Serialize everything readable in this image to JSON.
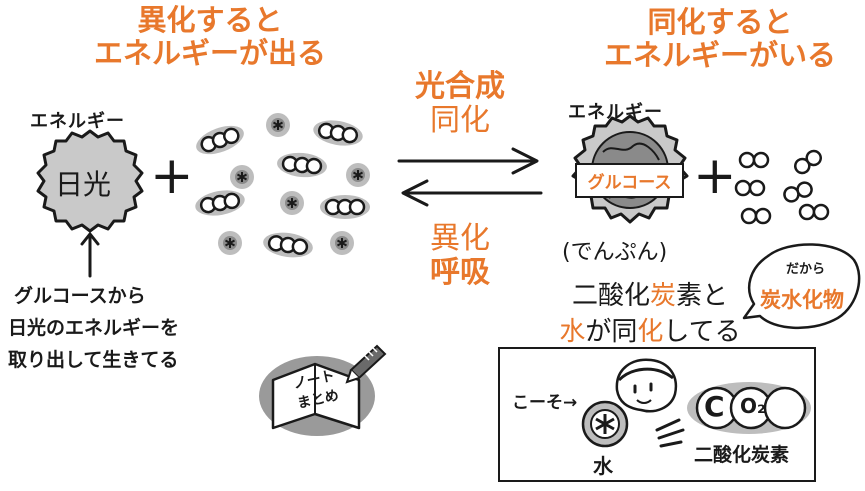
{
  "left": {
    "title_line1": "異化すると",
    "title_line2": "エネルギーが出る",
    "energy_label": "エネルギー",
    "sun_label": "日光",
    "note_line1": "グルコースから",
    "note_line2": "日光のエネルギーを",
    "note_line3": "取り出して生きてる"
  },
  "middle": {
    "forward_top": "光合成",
    "forward_bottom": "同化",
    "reverse_top": "異化",
    "reverse_bottom": "呼吸"
  },
  "right": {
    "title_line1": "同化すると",
    "title_line2": "エネルギーがいる",
    "energy_label": "エネルギー",
    "glucose_label": "グルコース",
    "starch_label": "(でんぷん)",
    "line1_a": "二酸化",
    "line1_b": "炭",
    "line1_c": "素と",
    "line2_a": "水",
    "line2_b": "が同",
    "line2_c": "化",
    "line2_d": "してる",
    "bubble_top": "だから",
    "bubble_main": "炭水化物"
  },
  "molecules": {
    "co2": "CO₂",
    "o2": "O₂",
    "water_symbol": "✱"
  },
  "notebook": {
    "line1": "ノート",
    "line2": "まとめ"
  },
  "panel": {
    "say": "こーそ→",
    "water_label": "水",
    "co2_c": "C",
    "co2_o": "O₂",
    "co2_label": "二酸化炭素"
  },
  "plus": "+",
  "colors": {
    "accent": "#e8782c",
    "gray": "#bdbdbd",
    "dark": "#1a1a1a"
  }
}
